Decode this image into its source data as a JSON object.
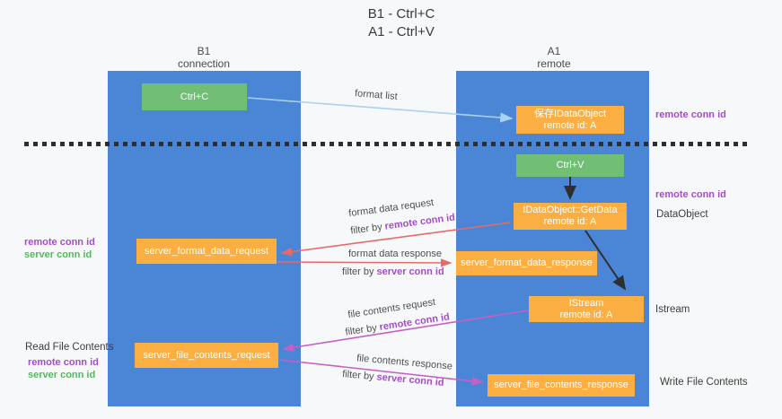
{
  "title": {
    "line1": "B1 - Ctrl+C",
    "line2": "A1 - Ctrl+V"
  },
  "lanes": {
    "left": {
      "name": "B1",
      "role": "connection"
    },
    "right": {
      "name": "A1",
      "role": "remote"
    }
  },
  "nodes": {
    "ctrl_c": {
      "label": "Ctrl+C"
    },
    "save_idataobject": {
      "line1": "保存IDataObject",
      "line2": "remote id: A"
    },
    "ctrl_v": {
      "label": "Ctrl+V"
    },
    "getdata": {
      "line1": "IDataObject::GetData",
      "line2": "remote id: A"
    },
    "format_request": {
      "label": "server_format_data_request"
    },
    "format_response": {
      "label": "server_format_data_response"
    },
    "istream": {
      "line1": "IStream",
      "line2": "remote id: A"
    },
    "file_request": {
      "label": "server_file_contents_request"
    },
    "file_response": {
      "label": "server_file_contents_response"
    }
  },
  "flows": {
    "format_list": {
      "label": "format list"
    },
    "format_data_request": {
      "label": "format data request",
      "filter_prefix": "filter by",
      "filter_key": "remote conn id"
    },
    "format_data_response": {
      "label": "format data response",
      "filter_prefix": "filter by",
      "filter_key": "server conn id"
    },
    "file_contents_request": {
      "label": "file contents request",
      "filter_prefix": "filter by",
      "filter_key": "remote conn id"
    },
    "file_contents_response": {
      "label": "file contents response",
      "filter_prefix": "filter by",
      "filter_key": "server conn id"
    }
  },
  "side_labels": {
    "right_top_conn_id": "remote conn id",
    "right_mid_conn_id": "remote conn id",
    "dataobject": "DataObject",
    "istream": "Istream",
    "write_file_contents": "Write File Contents",
    "left_format_remote": "remote conn id",
    "left_format_server": "server conn id",
    "read_file_contents": "Read File Contents",
    "left_file_remote": "remote conn id",
    "left_file_server": "server conn id"
  },
  "colors": {
    "lane_blue": "#4a85d6",
    "node_orange": "#fbaf42",
    "node_green": "#71bf74",
    "arrow_red": "#e56b6b",
    "arrow_magenta": "#c65fc6",
    "arrow_blue": "#a8d2f0",
    "arrow_black": "#2e2e2e",
    "text_purple": "#a64bc9",
    "text_green": "#55b85f"
  }
}
